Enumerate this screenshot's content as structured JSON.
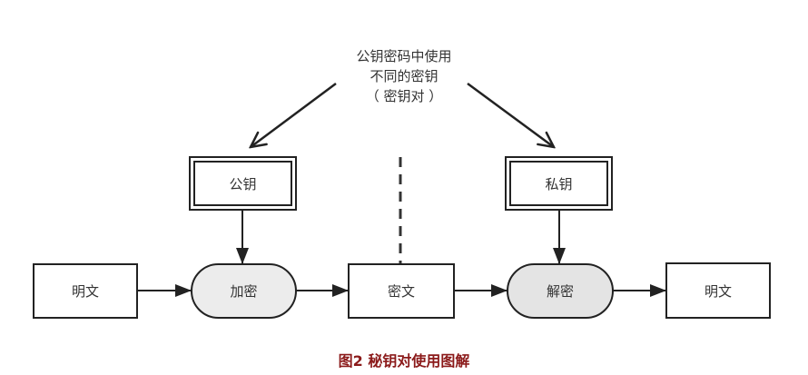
{
  "annotation": {
    "lines": [
      "公钥密码中使用",
      "不同的密钥",
      "（ 密钥对 ）"
    ]
  },
  "keys": {
    "public_key": "公钥",
    "private_key": "私钥"
  },
  "flow": {
    "plaintext_in": "明文",
    "encrypt": "加密",
    "ciphertext": "密文",
    "decrypt": "解密",
    "plaintext_out": "明文"
  },
  "caption": "图2 秘钥对使用图解",
  "colors": {
    "stroke": "#222222",
    "process_fill": "#ececec",
    "caption": "#8b1a1a",
    "text": "#333333"
  }
}
